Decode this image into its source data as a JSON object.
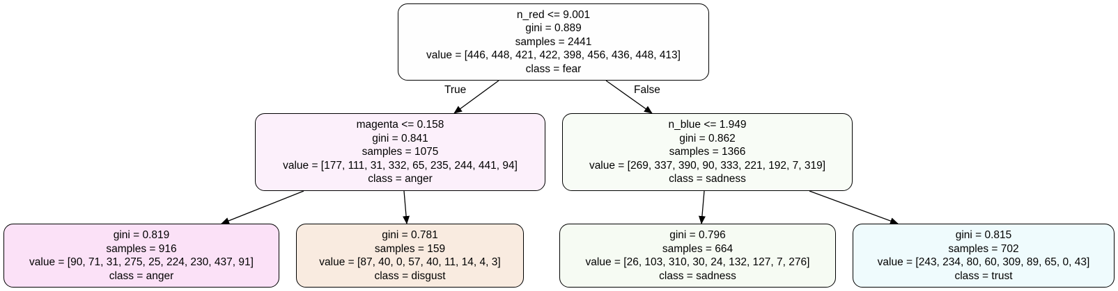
{
  "tree": {
    "edge_labels": {
      "true_label": "True",
      "false_label": "False"
    },
    "nodes": {
      "root": {
        "split": "n_red <= 9.001",
        "gini": "gini = 0.889",
        "samples": "samples = 2441",
        "value": "value = [446, 448, 421, 422, 398, 456, 436, 448, 413]",
        "class": "class = fear",
        "fill": "#fefefe"
      },
      "left": {
        "split": "magenta <= 0.158",
        "gini": "gini = 0.841",
        "samples": "samples = 1075",
        "value": "value = [177, 111, 31, 332, 65, 235, 244, 441, 94]",
        "class": "class = anger",
        "fill": "#fcf0fb"
      },
      "right": {
        "split": "n_blue <= 1.949",
        "gini": "gini = 0.862",
        "samples": "samples = 1366",
        "value": "value = [269, 337, 390, 90, 333, 221, 192, 7, 319]",
        "class": "class = sadness",
        "fill": "#f8fcf6"
      },
      "left_left": {
        "gini": "gini = 0.819",
        "samples": "samples = 916",
        "value": "value = [90, 71, 31, 275, 25, 224, 230, 437, 91]",
        "class": "class = anger",
        "fill": "#fbe1f7"
      },
      "left_right": {
        "gini": "gini = 0.781",
        "samples": "samples = 159",
        "value": "value = [87, 40, 0, 57, 40, 11, 14, 4, 3]",
        "class": "class = disgust",
        "fill": "#f9ebe0"
      },
      "right_left": {
        "gini": "gini = 0.796",
        "samples": "samples = 664",
        "value": "value = [26, 103, 310, 30, 24, 132, 127, 7, 276]",
        "class": "class = sadness",
        "fill": "#f6fbf3"
      },
      "right_right": {
        "gini": "gini = 0.815",
        "samples": "samples = 702",
        "value": "value = [243, 234, 80, 60, 309, 89, 65, 0, 43]",
        "class": "class = trust",
        "fill": "#effbfd"
      }
    }
  }
}
